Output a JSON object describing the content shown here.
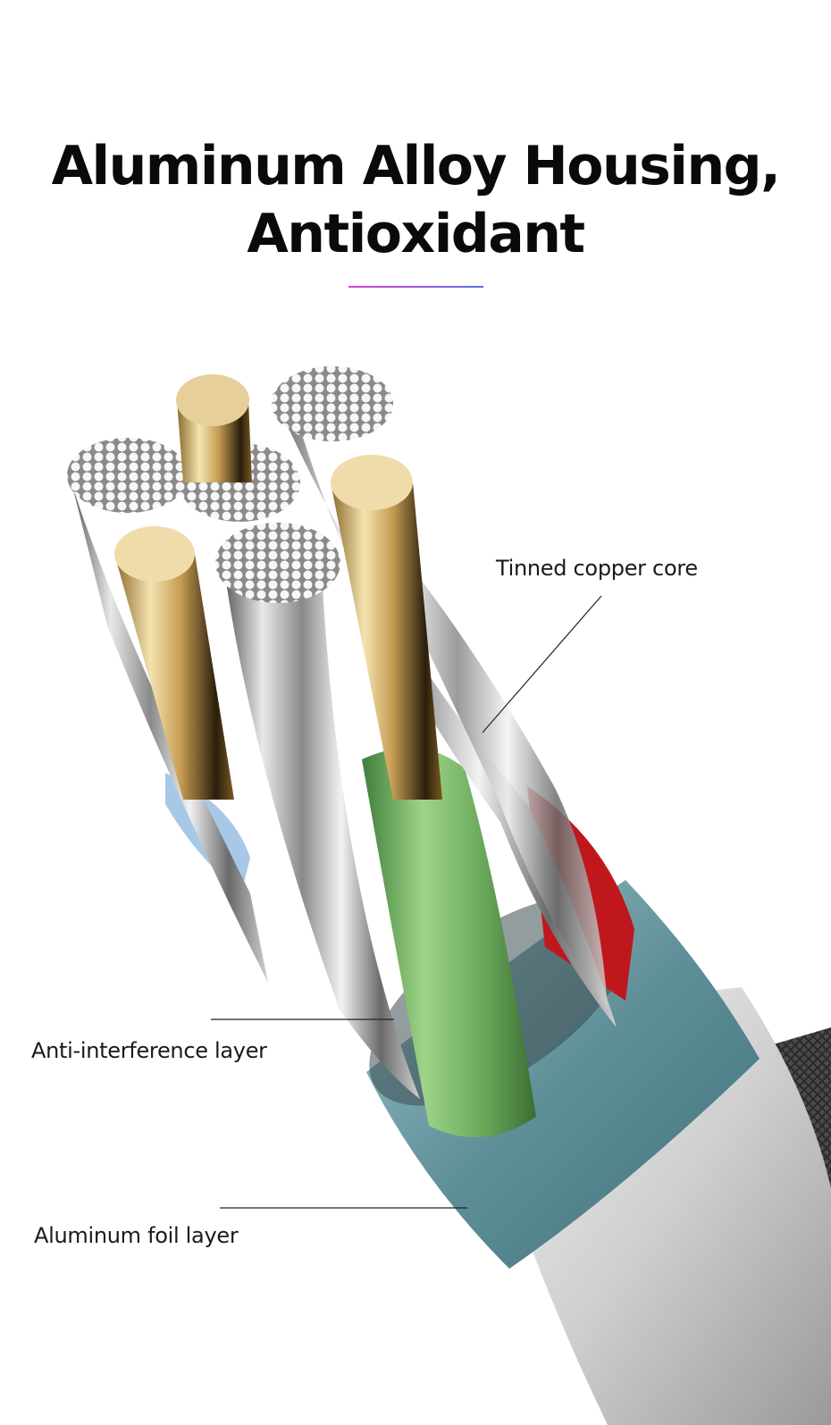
{
  "headline": {
    "line1": "Aluminum Alloy Housing,",
    "line2": "Antioxidant"
  },
  "labels": {
    "core": "Tinned copper core",
    "anti_interference": "Anti-interference layer",
    "foil": "Aluminum foil layer"
  },
  "colors": {
    "divider_start": "#d83fd8",
    "divider_end": "#5b6fe0",
    "gold": "#d9b772",
    "green_insulation": "#7fc06a",
    "red_insulation": "#c0171c",
    "blue_insulation": "#a8c8e8",
    "foil": "#6f9fa8"
  }
}
